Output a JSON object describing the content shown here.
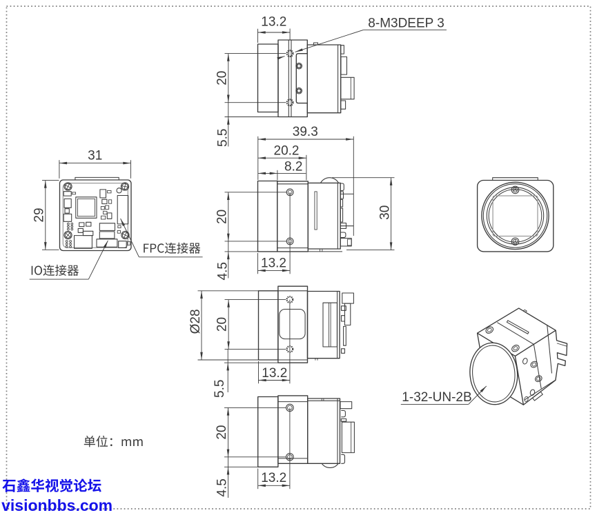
{
  "page": {
    "background": "#ffffff",
    "border_color": "#7a7a7a",
    "line_color": "#3a3a3a",
    "pcb_outline_color": "#9b9b9b",
    "unit_note": "单位：mm"
  },
  "watermark": {
    "site_name": "石鑫华视觉论坛",
    "site_domain": "visionbbs.com",
    "color": "#1512e9"
  },
  "views": {
    "top": {
      "dim_width": "13.2",
      "dim_hole_spacing": "20",
      "dim_edge_offset": "5.5",
      "thread_note": "8-M3DEEP 3"
    },
    "side": {
      "dim_total_depth": "39.3",
      "dim_body_depth": "20.2",
      "dim_barrel_depth": "8.2",
      "dim_height": "30",
      "dim_hole_spacing": "20",
      "dim_width": "13.2",
      "dim_edge_offset": "4.5"
    },
    "side_b": {
      "dim_diameter": "Ø28",
      "dim_hole_spacing": "20",
      "dim_width": "13.2",
      "dim_edge_offset": "5.5"
    },
    "bottom": {
      "dim_hole_spacing": "20",
      "dim_width": "13.2",
      "dim_edge_offset": "4.5"
    },
    "rear": {
      "dim_width": "31",
      "dim_height": "29",
      "fpc_label": "FPC连接器",
      "io_label": "IO连接器"
    },
    "iso": {
      "mount_thread_label": "1-32-UN-2B"
    }
  }
}
